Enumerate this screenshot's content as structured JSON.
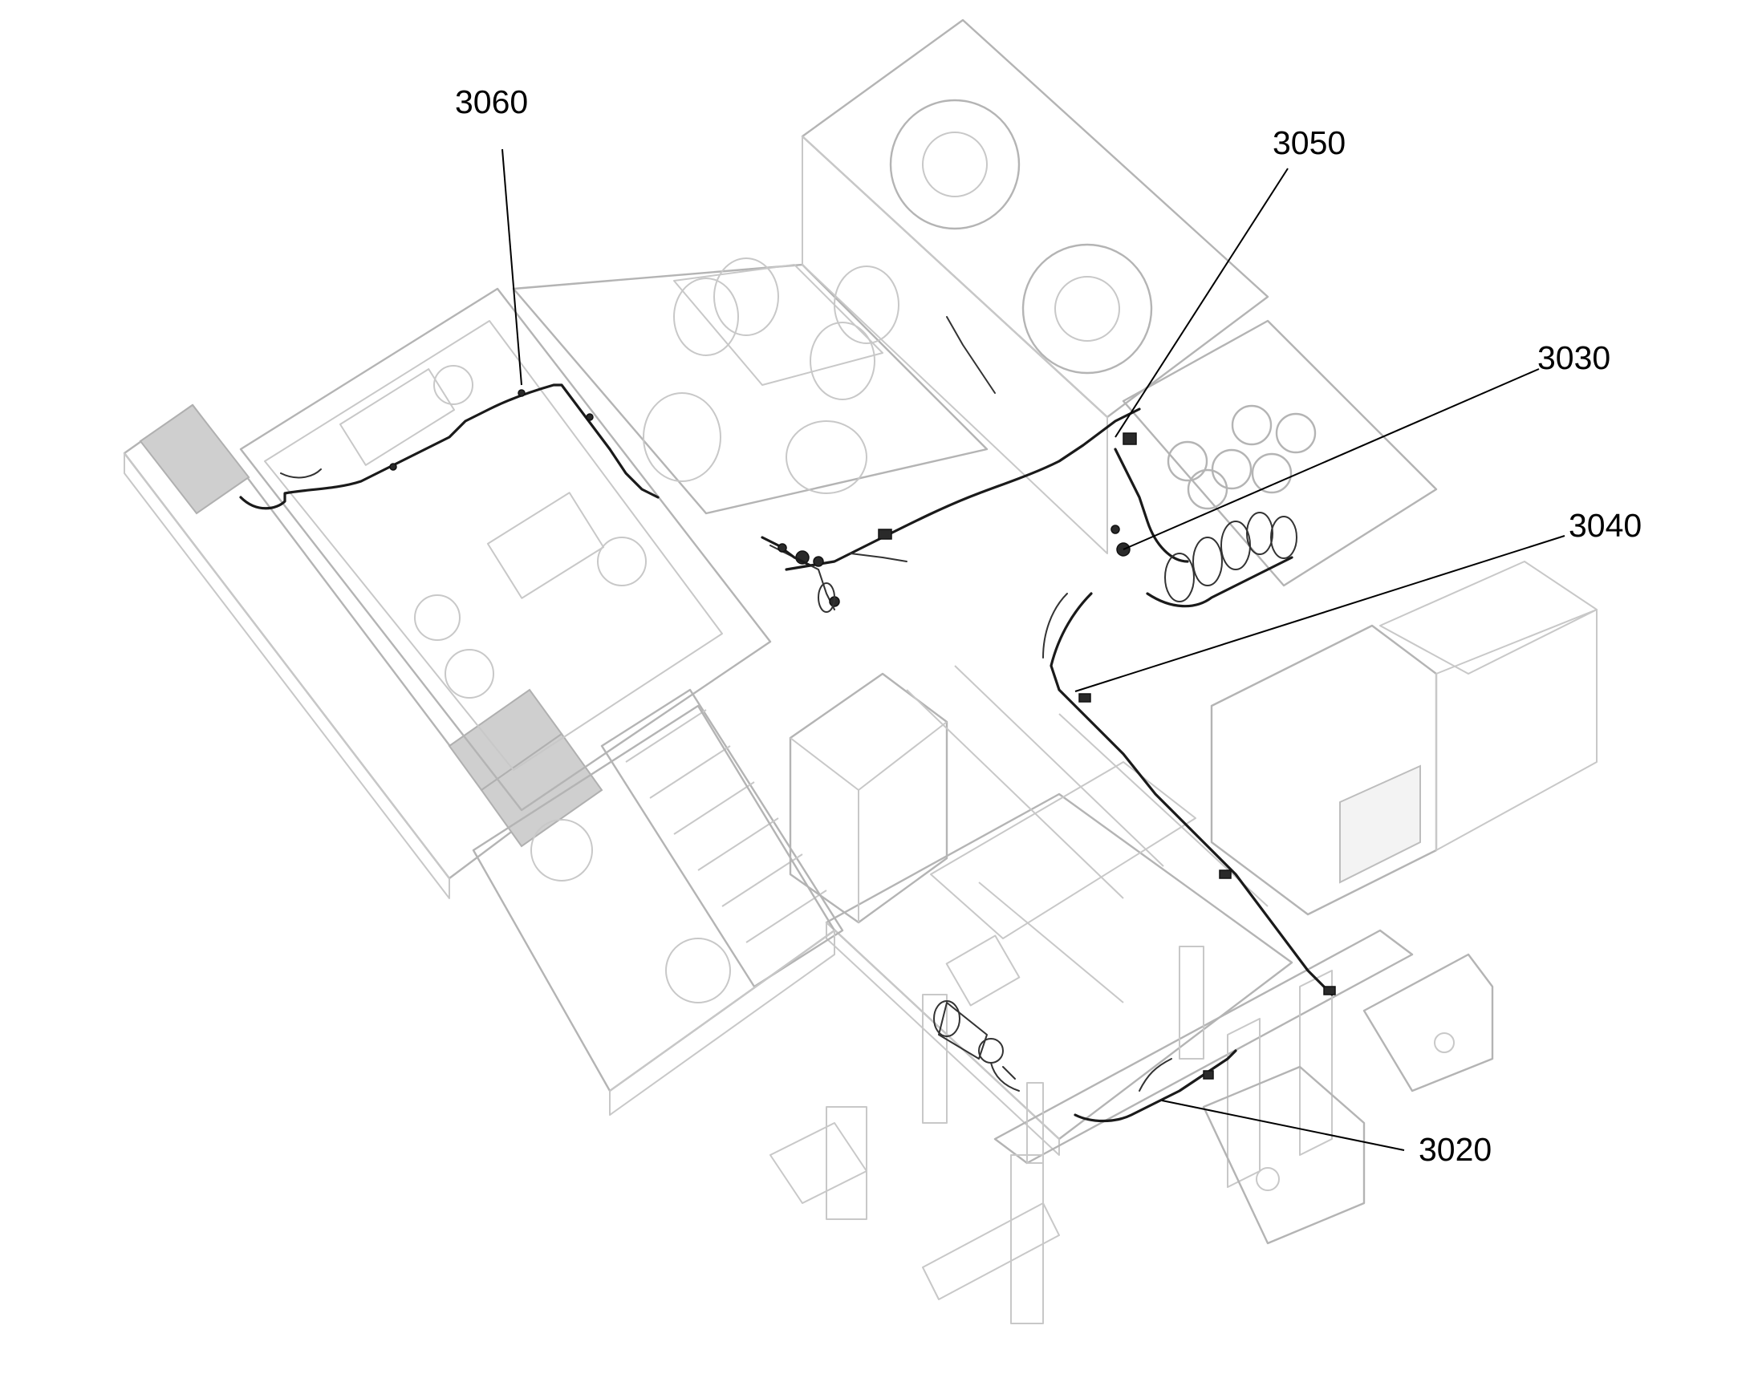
{
  "callouts": {
    "c3060": "3060",
    "c3050": "3050",
    "c3030": "3030",
    "c3040": "3040",
    "c3020": "3020"
  }
}
